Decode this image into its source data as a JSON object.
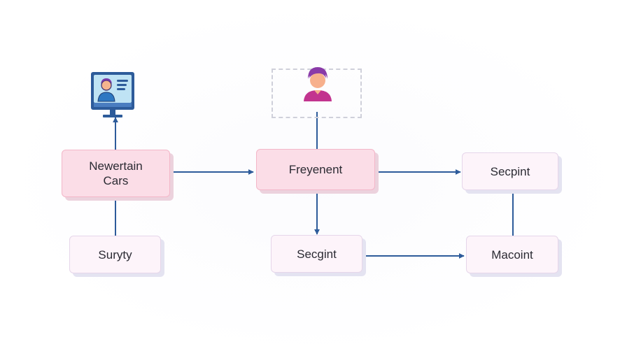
{
  "nodes": {
    "newertain": {
      "label": "Newertain\nCars"
    },
    "suryty": {
      "label": "Suryty"
    },
    "freyenent": {
      "label": "Freyenent"
    },
    "secgint": {
      "label": "Secgint"
    },
    "secpint": {
      "label": "Secpint"
    },
    "macoint": {
      "label": "Macoint"
    }
  },
  "icons": {
    "computer": "computer-monitor-user-icon",
    "person": "person-user-icon"
  },
  "colors": {
    "edge": "#2d5b9a",
    "node_strong_fill": "#fbdde7",
    "node_light_fill": "#fdf4fa",
    "accent_purple": "#7a3aa8",
    "accent_magenta": "#c2348f"
  }
}
